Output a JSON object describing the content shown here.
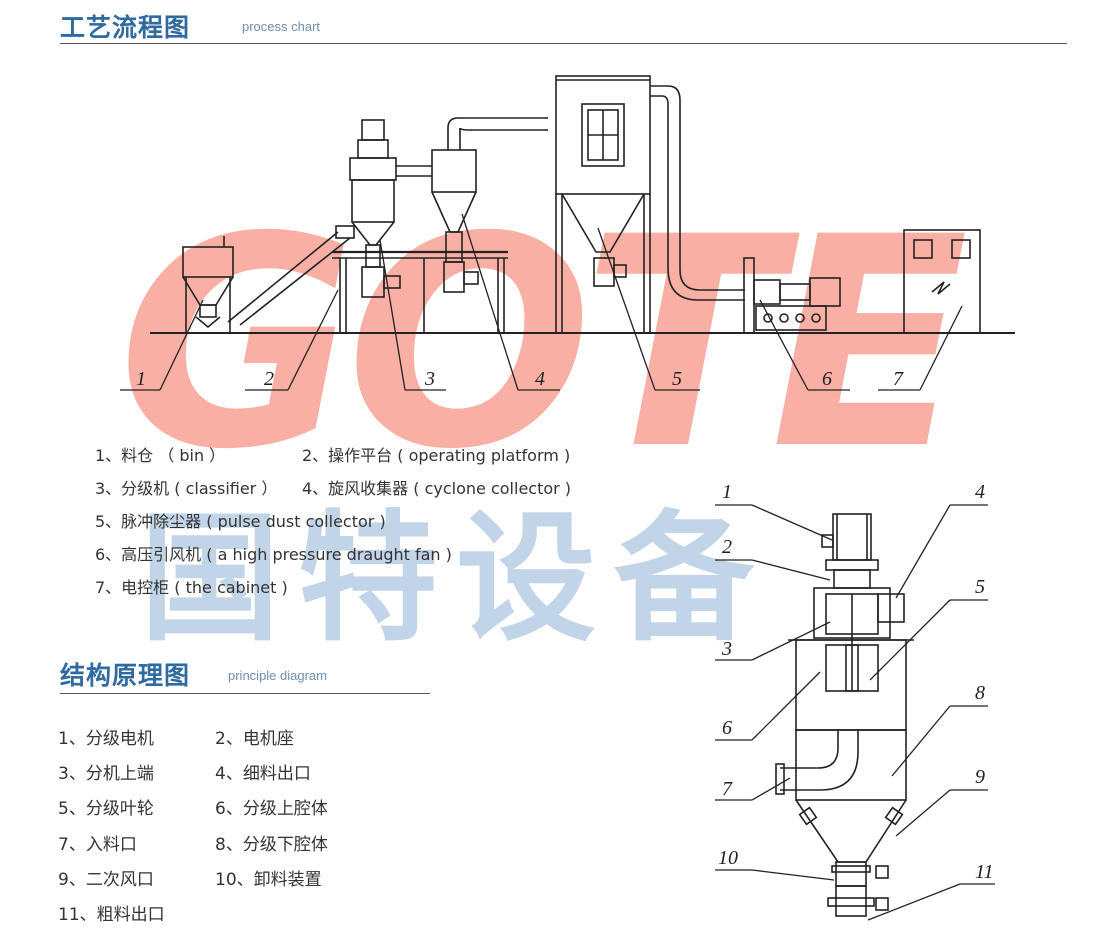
{
  "process": {
    "title": "工艺流程图",
    "subtitle": "process chart",
    "callouts": [
      "1",
      "2",
      "3",
      "4",
      "5",
      "6",
      "7"
    ],
    "legend": [
      "1、料仓 （ bin ）",
      "2、操作平台 ( operating platform )",
      "3、分级机 ( classifier ）",
      "4、旋风收集器 ( cyclone collector )",
      "5、脉冲除尘器 ( pulse dust collector )",
      "6、高压引风机 ( a high pressure draught fan )",
      "7、电控柜 ( the cabinet )"
    ]
  },
  "principle": {
    "title": "结构原理图",
    "subtitle": "principle diagram",
    "callouts": [
      "1",
      "2",
      "3",
      "4",
      "5",
      "6",
      "7",
      "8",
      "9",
      "10",
      "11"
    ],
    "legend": [
      "1、分级电机",
      "2、电机座",
      "3、分机上端",
      "4、细料出口",
      "5、分级叶轮",
      "6、分级上腔体",
      "7、入料口",
      "8、分级下腔体",
      "9、二次风口",
      "10、卸料装置",
      "11、粗料出口"
    ]
  },
  "watermark": {
    "latin": "GOTE",
    "chinese": "国特设备",
    "colors": {
      "latin": "#f56e5a",
      "chinese": "#78a0cd"
    }
  }
}
